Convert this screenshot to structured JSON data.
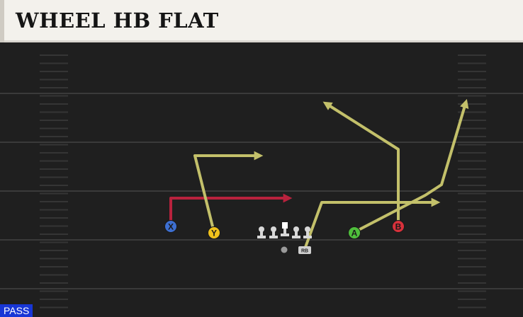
{
  "play": {
    "title": "WHEEL HB FLAT",
    "type_badge": "PASS"
  },
  "colors": {
    "field_bg": "#1f1f1f",
    "yard_line": "#3a3a3a",
    "route_primary": "#c3c06a",
    "route_block": "#b8223d",
    "x_button": "#3d6fd1",
    "y_button": "#f0c21c",
    "a_button": "#4fbf3c",
    "b_button": "#d8313b",
    "pass_badge": "#1736d6"
  },
  "receivers": [
    {
      "button": "X",
      "color_key": "x_button"
    },
    {
      "button": "Y",
      "color_key": "y_button"
    },
    {
      "button": "A",
      "color_key": "a_button"
    },
    {
      "button": "B",
      "color_key": "b_button"
    }
  ],
  "running_back": {
    "label": "RB"
  },
  "icons": [
    "lineman-icon",
    "center-icon",
    "quarterback-icon",
    "running-back-icon"
  ]
}
